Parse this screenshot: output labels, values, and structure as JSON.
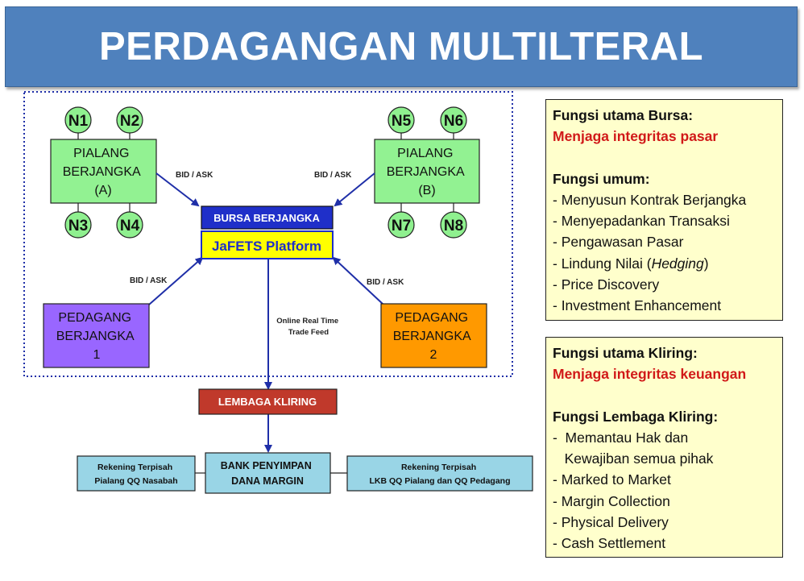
{
  "title": "PERDAGANGAN MULTILTERAL",
  "colors": {
    "title_bg": "#4f81bd",
    "pialang_fill": "#92f292",
    "node_fill": "#8ff08f",
    "bursa_fill": "#1f2fc9",
    "platform_fill": "#ffff00",
    "platform_text": "#1f2fc9",
    "pedagang1_fill": "#9966ff",
    "pedagang2_fill": "#ff9900",
    "kliring_fill": "#c0392b",
    "bank_fill": "#99d5e6",
    "info_fill": "#ffffcc",
    "arrow": "#1f2fa8",
    "accent_red": "#d11919"
  },
  "diagram": {
    "pialang_a": [
      "PIALANG",
      "BERJANGKA",
      "(A)"
    ],
    "pialang_b": [
      "PIALANG",
      "BERJANGKA",
      "(B)"
    ],
    "nodes": [
      "N1",
      "N2",
      "N3",
      "N4",
      "N5",
      "N6",
      "N7",
      "N8"
    ],
    "bursa": "BURSA BERJANGKA",
    "platform": "JaFETS Platform",
    "pedagang_1": [
      "PEDAGANG",
      "BERJANGKA",
      "1"
    ],
    "pedagang_2": [
      "PEDAGANG",
      "BERJANGKA",
      "2"
    ],
    "bid_ask": "BID / ASK",
    "feed_label": [
      "Online  Real Time",
      "Trade Feed"
    ],
    "kliring": "LEMBAGA KLIRING",
    "bank": [
      "BANK PENYIMPAN",
      "DANA MARGIN"
    ],
    "rekening_left": [
      "Rekening Terpisah",
      "Pialang QQ Nasabah"
    ],
    "rekening_right": [
      "Rekening Terpisah",
      "LKB QQ Pialang dan QQ Pedagang"
    ]
  },
  "bursa_box": {
    "heading": "Fungsi utama Bursa:",
    "highlight": "Menjaga integritas pasar",
    "subheading": "Fungsi umum:",
    "items": [
      "- Menyusun Kontrak Berjangka",
      "- Menyepadankan Transaksi",
      "- Pengawasan Pasar",
      "- Price Discovery",
      "- Investment Enhancement"
    ],
    "hedging_prefix": "- Lindung Nilai (",
    "hedging_italic": "Hedging",
    "hedging_suffix": ")"
  },
  "kliring_box": {
    "heading": "Fungsi utama Kliring:",
    "highlight": "Menjaga integritas keuangan",
    "subheading": "Fungsi Lembaga Kliring:",
    "items": [
      "-  Memantau Hak dan",
      "   Kewajiban semua pihak",
      "- Marked to Market",
      "- Margin Collection",
      "- Physical Delivery",
      "- Cash Settlement"
    ]
  }
}
